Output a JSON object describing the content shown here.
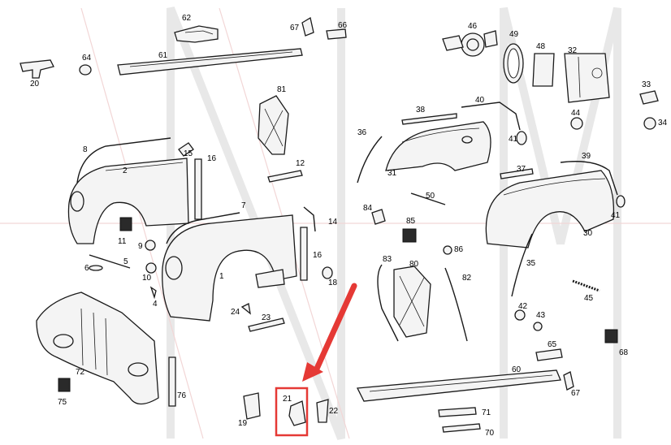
{
  "diagram": {
    "labels": [
      "62",
      "61",
      "20",
      "64",
      "67",
      "66",
      "46",
      "49",
      "48",
      "32",
      "33",
      "34",
      "44",
      "38",
      "40",
      "36",
      "41",
      "81",
      "12",
      "8",
      "15",
      "16",
      "2",
      "11",
      "9",
      "10",
      "4",
      "5",
      "6",
      "7",
      "14",
      "1",
      "16",
      "18",
      "24",
      "23",
      "39",
      "37",
      "31",
      "50",
      "84",
      "85",
      "86",
      "83",
      "80",
      "82",
      "35",
      "30",
      "41",
      "42",
      "43",
      "45",
      "65",
      "68",
      "72",
      "75",
      "76",
      "19",
      "21",
      "22",
      "60",
      "67",
      "71",
      "70"
    ],
    "callout_arrow_color": "#e53935",
    "highlight_box_color": "#e53935",
    "highlighted_part": "21"
  }
}
